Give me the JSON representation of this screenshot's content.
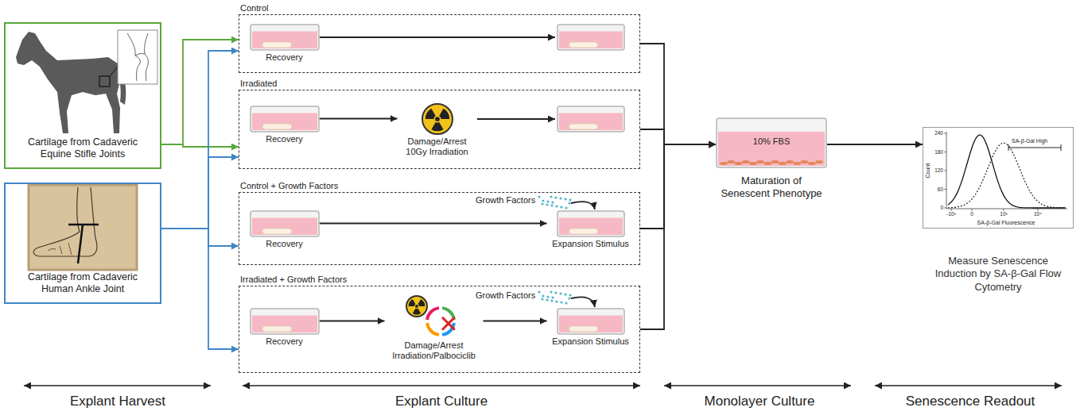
{
  "diagram": {
    "nodes": [
      {
        "text": [
          "Cartilage from Cadaveric Equine Stifle Joints"
        ]
      },
      {
        "text": [
          "Cartilage from Cadaveric Human Ankle Joint"
        ]
      },
      {
        "text": [
          "Control"
        ]
      },
      {
        "text": [
          "Recovery"
        ],
        "in": 2
      },
      {
        "text": [
          "Irradiated"
        ]
      },
      {
        "text": [
          "Recovery"
        ],
        "in": 4
      },
      {
        "text": [
          "Damage/Arrest 10Gy Irradiation"
        ],
        "in": 4
      },
      {
        "text": [
          "Control + Growth Factors"
        ]
      },
      {
        "text": [
          "Recovery"
        ],
        "in": 7
      },
      {
        "text": [
          "Expansion Stimulus"
        ],
        "in": 7
      },
      {
        "text": [
          "Irradiated + Growth Factors"
        ]
      },
      {
        "text": [
          "Recovery"
        ],
        "in": 10
      },
      {
        "text": [
          "Damage/Arrest Irradiation/Palbociclib"
        ],
        "in": 10
      },
      {
        "text": [
          "Expansion Stimulus"
        ],
        "in": 10
      },
      {
        "text": [
          "10% FBS",
          "Maturation of Senescent Phenotype"
        ]
      },
      {
        "text": [
          "SA-β-Gal High",
          "Count",
          "SA-β-Gal Fluorescence",
          "Measure Senescence Induction by SA-β-Gal Flow Cytometry"
        ]
      }
    ],
    "edges": [
      {
        "from": 0,
        "to": 2,
        "arrow": "to"
      },
      {
        "from": 0,
        "to": 4,
        "arrow": "to"
      },
      {
        "from": 1,
        "to": 2,
        "arrow": "to"
      },
      {
        "from": 1,
        "to": 4,
        "arrow": "to"
      },
      {
        "from": 1,
        "to": 7,
        "arrow": "to"
      },
      {
        "from": 1,
        "to": 10,
        "arrow": "to"
      },
      {
        "from": 5,
        "to": 6,
        "arrow": "to"
      },
      {
        "from": 8,
        "to": 9,
        "arrow": "to"
      },
      {
        "from": 11,
        "to": 12,
        "arrow": "to"
      },
      {
        "from": 12,
        "to": 13,
        "arrow": "to"
      },
      {
        "from": 2,
        "to": 14,
        "arrow": "to"
      },
      {
        "from": 4,
        "to": 14,
        "arrow": "to"
      },
      {
        "from": 7,
        "to": 14,
        "arrow": "to"
      },
      {
        "from": 10,
        "to": 14,
        "arrow": "to"
      },
      {
        "from": 14,
        "to": 15,
        "arrow": "to"
      }
    ],
    "labels": [
      "Growth Factors",
      "Growth Factors",
      "Explant Harvest",
      "Explant Culture",
      "Monolayer Culture",
      "Senescence Readout",
      "240",
      "180",
      "120",
      "60",
      "0",
      "-10³",
      "0",
      "10³",
      "10⁴"
    ]
  }
}
